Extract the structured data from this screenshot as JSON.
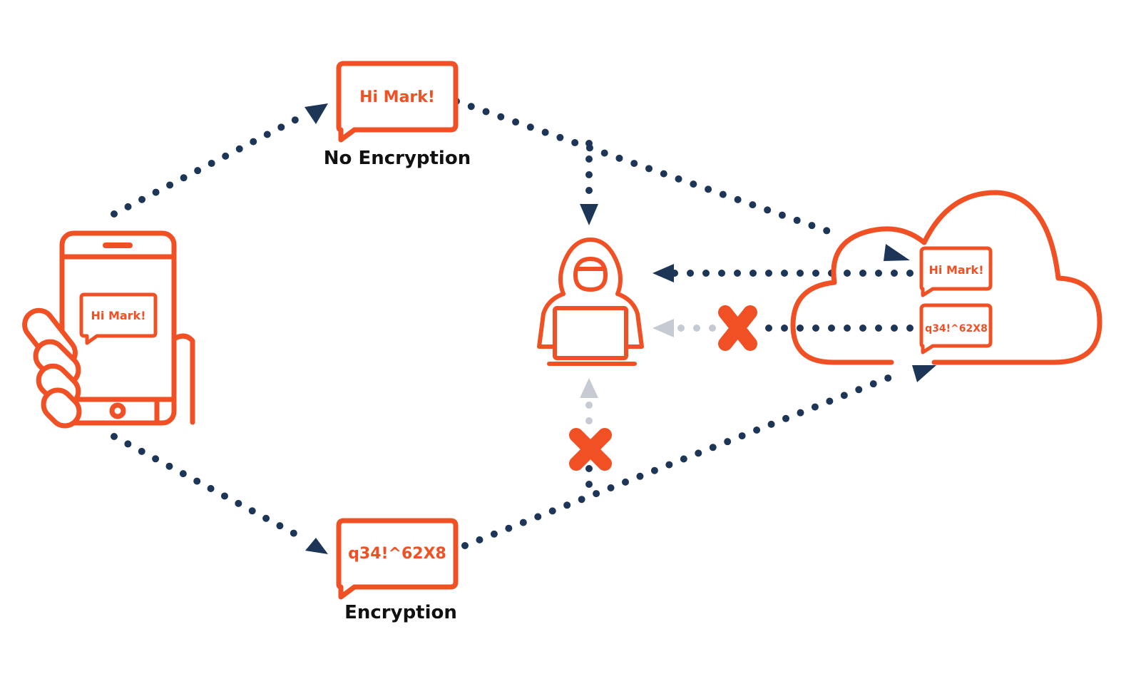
{
  "colors": {
    "accent": "#f05023",
    "path": "#1d3557",
    "blocked": "#c5cad3",
    "caption": "#111111"
  },
  "labels": {
    "top_bubble": "Hi Mark!",
    "top_caption": "No Encryption",
    "bottom_bubble": "q34!^62X8",
    "bottom_caption": "Encryption",
    "phone_bubble": "Hi Mark!",
    "cloud_plain": "Hi Mark!",
    "cloud_cipher": "q34!^62X8"
  },
  "icons": {
    "phone": "phone-in-hand-icon",
    "hacker": "hooded-hacker-laptop-icon",
    "cloud": "cloud-icon",
    "blocked": "x-mark-icon",
    "arrow": "arrowhead-icon"
  }
}
